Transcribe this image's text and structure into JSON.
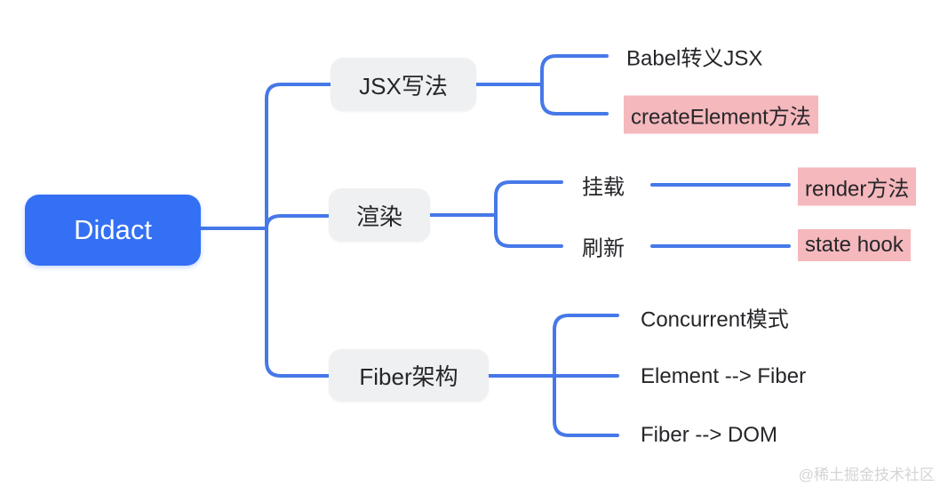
{
  "root": {
    "label": "Didact"
  },
  "branches": [
    {
      "label": "JSX写法",
      "children": [
        {
          "label": "Babel转义JSX"
        },
        {
          "label": "createElement方法"
        }
      ]
    },
    {
      "label": "渲染",
      "children": [
        {
          "label": "挂载",
          "leaf": "render方法"
        },
        {
          "label": "刷新",
          "leaf": "state hook"
        }
      ]
    },
    {
      "label": "Fiber架构",
      "children": [
        {
          "label": "Concurrent模式"
        },
        {
          "label": "Element --> Fiber"
        },
        {
          "label": "Fiber --> DOM"
        }
      ]
    }
  ],
  "watermark": "@稀土掘金技术社区",
  "colors": {
    "root_bg": "#3470F4",
    "root_text": "#FFFFFF",
    "branch_bg": "#EFF0F2",
    "text": "#26262A",
    "line": "#4678E8",
    "highlight_bg": "#F5B8BC",
    "watermark": "#D4D4D4"
  }
}
